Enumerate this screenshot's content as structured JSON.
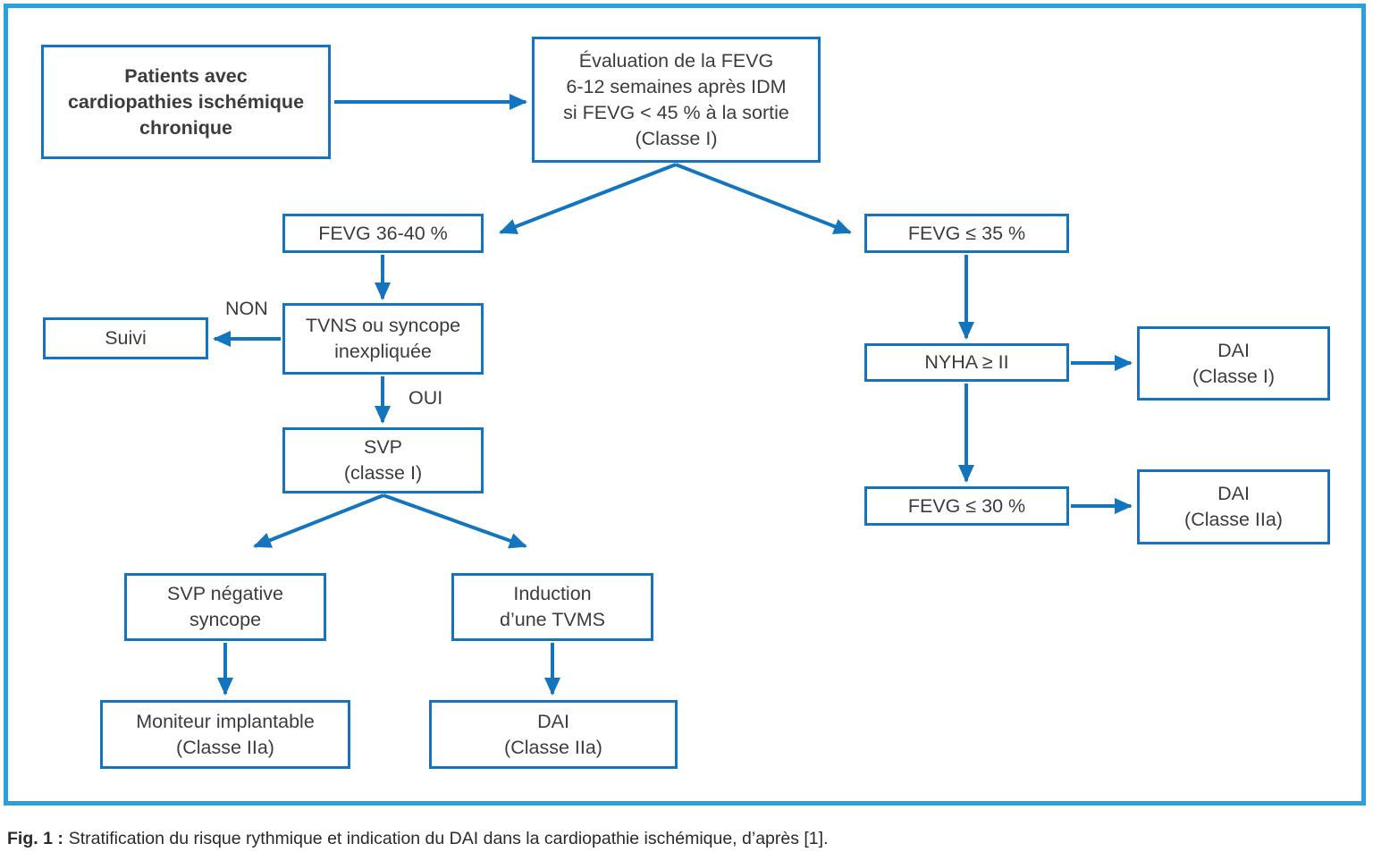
{
  "colors": {
    "frame": "#2AA1DB",
    "box_border": "#1474BE",
    "arrow": "#1474BE",
    "text": "#3C3C3C",
    "bg": "#FFFFFF"
  },
  "nodes": {
    "patients": {
      "lines": [
        "Patients avec",
        "cardiopathies ischémique",
        "chronique"
      ]
    },
    "evaluation": {
      "lines": [
        "Évaluation de la FEVG",
        "6-12 semaines après IDM",
        "si FEVG < 45 % à la sortie",
        "(Classe I)"
      ]
    },
    "fevg3640": {
      "lines": [
        "FEVG 36-40 %"
      ]
    },
    "fevg35": {
      "lines": [
        "FEVG ≤ 35 %"
      ]
    },
    "tvns": {
      "lines": [
        "TVNS ou syncope",
        "inexpliquée"
      ]
    },
    "suivi": {
      "lines": [
        "Suivi"
      ]
    },
    "svp": {
      "lines": [
        "SVP",
        "(classe I)"
      ]
    },
    "nyha": {
      "lines": [
        "NYHA ≥ II"
      ]
    },
    "dai_classe1": {
      "lines": [
        "DAI",
        "(Classe I)"
      ]
    },
    "fevg30": {
      "lines": [
        "FEVG ≤ 30 %"
      ]
    },
    "dai_classe2a_right": {
      "lines": [
        "DAI",
        "(Classe IIa)"
      ]
    },
    "svp_negative": {
      "lines": [
        "SVP négative",
        "syncope"
      ]
    },
    "induction": {
      "lines": [
        "Induction",
        "d’une TVMS"
      ]
    },
    "moniteur": {
      "lines": [
        "Moniteur implantable",
        "(Classe IIa)"
      ]
    },
    "dai_classe2a_bottom": {
      "lines": [
        "DAI",
        "(Classe IIa)"
      ]
    }
  },
  "edge_labels": {
    "non": "NON",
    "oui": "OUI"
  },
  "caption": {
    "prefix": "Fig. 1 :",
    "text": "Stratification du risque rythmique et indication du DAI dans la cardiopathie ischémique, d’après [1]."
  }
}
